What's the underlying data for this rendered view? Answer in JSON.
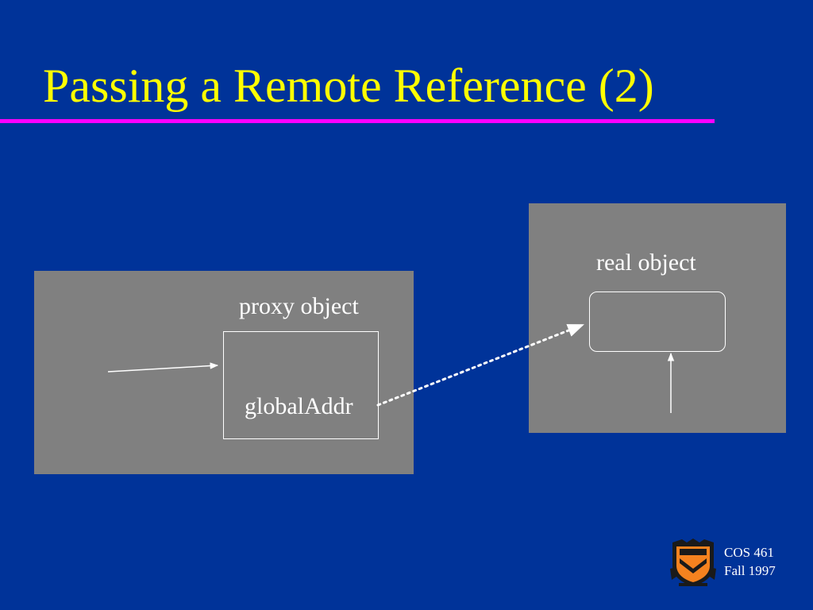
{
  "slide": {
    "title": "Passing a Remote Reference (2)",
    "colors": {
      "background": "#003399",
      "title": "#ffff00",
      "title_rule": "#ff00ff",
      "panel": "#808080",
      "foreground": "#ffffff"
    }
  },
  "diagram": {
    "proxy_label": "proxy object",
    "field_label": "globalAddr",
    "real_label": "real object"
  },
  "footer": {
    "course": "COS 461",
    "term": "Fall 1997",
    "logo_icon": "princeton-shield-icon"
  }
}
